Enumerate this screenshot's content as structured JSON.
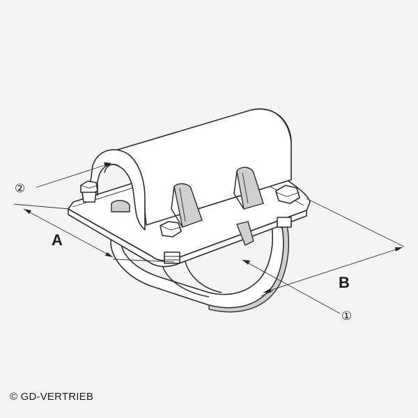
{
  "dimensions": {
    "a_label": "A",
    "b_label": "B"
  },
  "callouts": {
    "one_label": "①",
    "two_label": "②"
  },
  "footer": {
    "copyright_text": "© GD-VERTRIEB"
  }
}
